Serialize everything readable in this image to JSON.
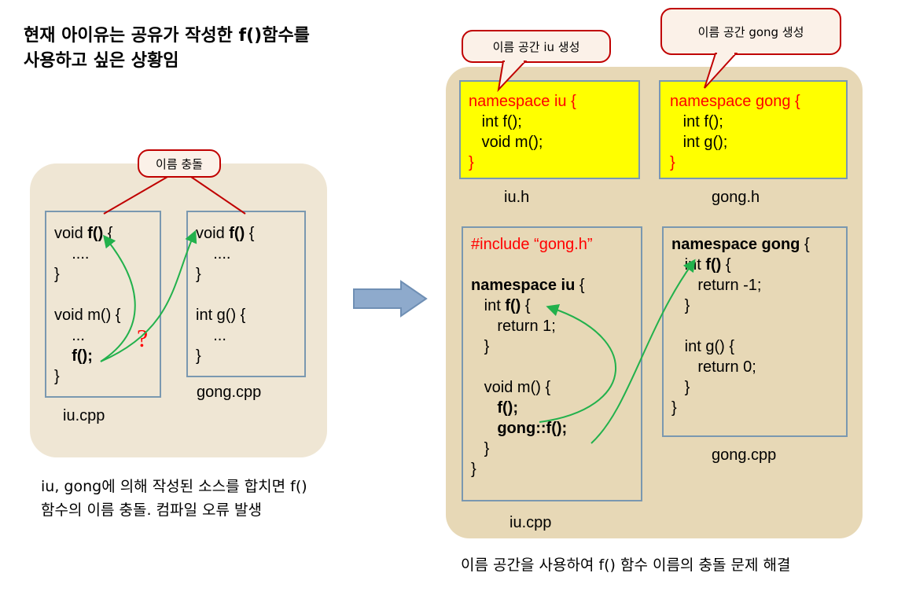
{
  "title": {
    "line1": "현재 아이유는 공유가 작성한 f()함수를",
    "line2": "사용하고 싶은 상황임"
  },
  "left": {
    "callout": "이름 충돌",
    "iu_cpp": {
      "lines": [
        "void ",
        "f()",
        " {",
        "    ....",
        "}",
        "",
        "void m() {",
        "    ...",
        "    f();",
        "}"
      ],
      "caption": "iu.cpp"
    },
    "gong_cpp": {
      "caption": "gong.cpp"
    },
    "question_mark": "?",
    "note_line1": "iu, gong에 의해 작성된 소스를 합치면 f()",
    "note_line2": "함수의 이름 충돌. 컴파일 오류 발생"
  },
  "right": {
    "callout_iu": "이름 공간 iu 생성",
    "callout_gong": "이름 공간 gong 생성",
    "iu_h": {
      "ns_line": "namespace iu {",
      "line2": "   int f();",
      "line3": "   void m();",
      "close": "}",
      "caption": "iu.h"
    },
    "gong_h": {
      "ns_line": "namespace gong {",
      "line2": "   int f();",
      "line3": "   int g();",
      "close": "}",
      "caption": "gong.h"
    },
    "iu_cpp": {
      "include": "#include “gong.h”",
      "ns_kw": "namespace iu",
      "ns_brace": " {",
      "f_prefix": "   int ",
      "f_name": "f()",
      "f_brace": " {",
      "ret": "      return 1;",
      "close1": "   }",
      "m_line": "   void m() {",
      "call1": "f();",
      "call2": "gong::f();",
      "close2": "   }",
      "close3": "}",
      "caption": "iu.cpp"
    },
    "gong_cpp": {
      "ns_kw": "namespace gong",
      "ns_brace": " {",
      "f_prefix": "   int ",
      "f_name": "f()",
      "f_brace": " {",
      "ret1": "      return -1;",
      "close1": "   }",
      "g_line": "   int g() {",
      "ret2": "      return 0;",
      "close2": "   }",
      "close3": "}",
      "caption": "gong.cpp"
    },
    "bottom_note": "이름 공간을 사용하여 f() 함수 이름의 충돌 문제 해결"
  },
  "colors": {
    "namespace_red": "#ff0000",
    "yellow_box": "#ffff00",
    "arrow_green": "#22b14c",
    "callout_border": "#c00000",
    "big_arrow": "#8eaacc"
  }
}
